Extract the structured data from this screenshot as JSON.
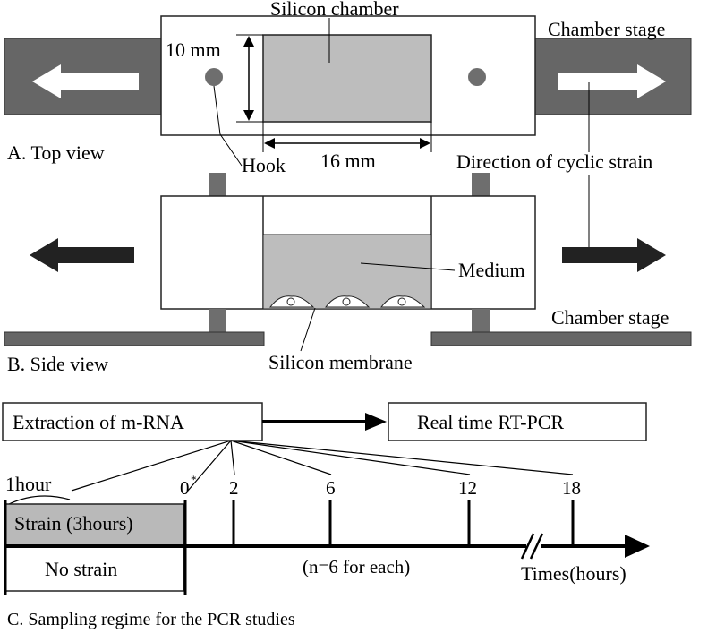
{
  "top_view": {
    "chamber_label": "Silicon chamber",
    "stage_label": "Chamber stage",
    "width_dim": "10 mm",
    "length_dim": "16 mm",
    "hook_label": "Hook",
    "strain_label": "Direction of cyclic strain",
    "view_label": "A. Top view"
  },
  "side_view": {
    "medium_label": "Medium",
    "stage_label": "Chamber stage",
    "membrane_label": "Silicon membrane",
    "view_label": "B. Side view"
  },
  "sampling": {
    "extraction_label": "Extraction of m-RNA",
    "pcr_label": "Real time RT-PCR",
    "interval_label": "1hour",
    "time_points": [
      "0",
      "2",
      "6",
      "12",
      "18"
    ],
    "zero_marker": "*",
    "strain_box_label": "Strain (3hours)",
    "no_strain_label": "No strain",
    "n_note": "(n=6 for each)",
    "axis_label": "Times(hours)",
    "caption": "C. Sampling regime for the PCR studies"
  },
  "colors": {
    "stage_fill": "#666666",
    "chamber_fill": "#bdbdbd",
    "hook_fill": "#6e6e6e",
    "arrow_dark": "#222222",
    "arrow_light": "#ffffff",
    "strain_box_fill": "#b9b9b9"
  }
}
